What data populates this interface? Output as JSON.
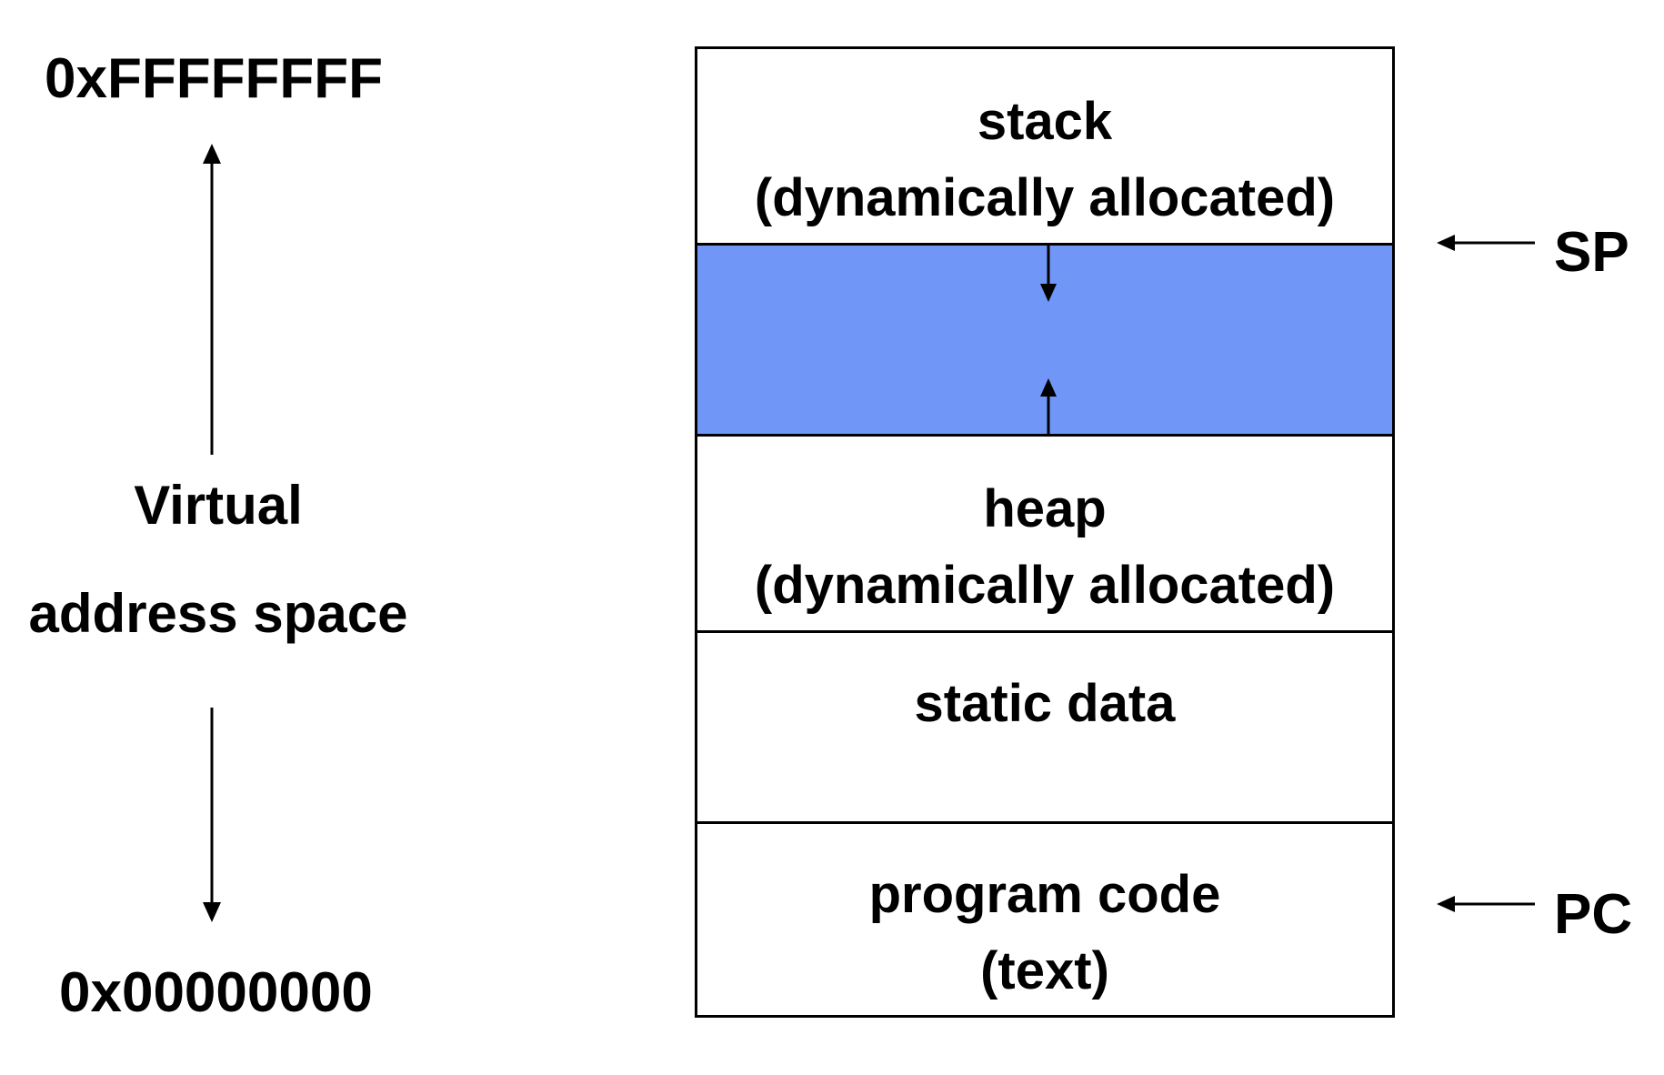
{
  "address": {
    "top": "0xFFFFFFFF",
    "bottom": "0x00000000"
  },
  "side_label": {
    "line1": "Virtual",
    "line2": "address space"
  },
  "segments": {
    "stack": {
      "line1": "stack",
      "line2": "(dynamically allocated)"
    },
    "heap": {
      "line1": "heap",
      "line2": "(dynamically allocated)"
    },
    "static": {
      "line1": "static data"
    },
    "code": {
      "line1": "program code",
      "line2": "(text)"
    }
  },
  "registers": {
    "sp": "SP",
    "pc": "PC"
  },
  "colors": {
    "free_region": "#7096F8",
    "border": "#000000",
    "background": "#FFFFFF"
  },
  "icons": {
    "axis_up": "arrow-up-icon",
    "axis_down": "arrow-down-icon",
    "stack_growth": "arrow-down-icon",
    "heap_growth": "arrow-up-icon",
    "pointer": "arrow-left-icon"
  }
}
